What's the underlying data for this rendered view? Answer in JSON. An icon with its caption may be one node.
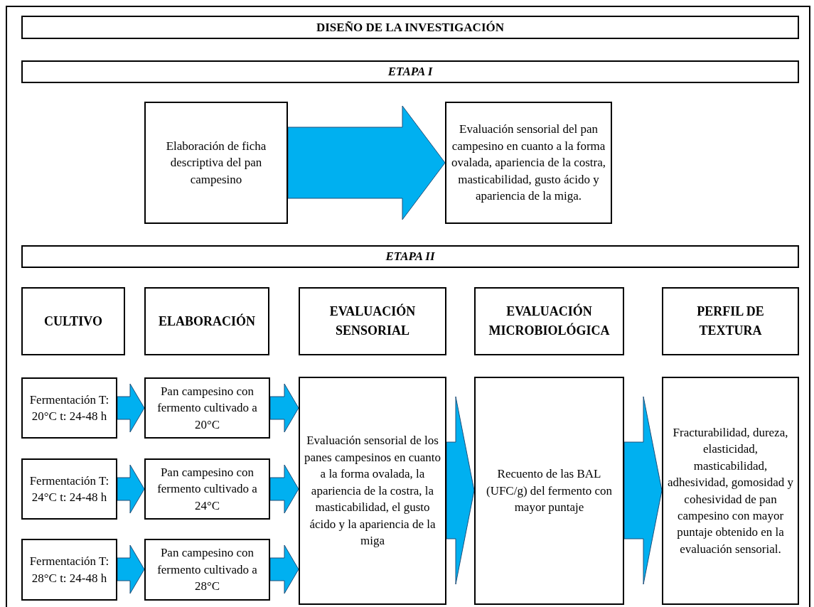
{
  "diagram": {
    "nodes": [
      {
        "text": [
          "DISEÑO DE LA INVESTIGACIÓN"
        ]
      },
      {
        "text": [
          "ETAPA I"
        ]
      },
      {
        "text": [
          "Elaboración de ficha descriptiva del pan campesino"
        ]
      },
      {
        "text": [
          "Evaluación sensorial del pan campesino en cuanto a la forma ovalada, apariencia de la costra, masticabilidad, gusto ácido y apariencia de la miga."
        ]
      },
      {
        "text": [
          "ETAPA II"
        ]
      },
      {
        "text": [
          "CULTIVO"
        ]
      },
      {
        "text": [
          "ELABORACIÓN"
        ]
      },
      {
        "text": [
          "EVALUACIÓN SENSORIAL"
        ]
      },
      {
        "text": [
          "EVALUACIÓN MICROBIOLÓGICA"
        ]
      },
      {
        "text": [
          "PERFIL DE TEXTURA"
        ]
      },
      {
        "text": [
          "Fermentación T: 20°C t: 24-48 h"
        ]
      },
      {
        "text": [
          "Pan campesino con fermento cultivado a 20°C"
        ]
      },
      {
        "text": [
          "Fermentación T: 24°C t: 24-48 h"
        ]
      },
      {
        "text": [
          "Pan campesino con fermento cultivado a 24°C"
        ]
      },
      {
        "text": [
          "Fermentación T: 28°C t: 24-48 h"
        ]
      },
      {
        "text": [
          "Pan campesino con fermento cultivado a 28°C"
        ]
      },
      {
        "text": [
          "Evaluación sensorial de los panes campesinos en cuanto a la forma ovalada, la apariencia de la costra, la masticabilidad, el gusto ácido y la apariencia de la miga"
        ]
      },
      {
        "text": [
          "Recuento de las BAL (UFC/g) del fermento con mayor puntaje"
        ]
      },
      {
        "text": [
          "Fracturabilidad, dureza, elasticidad, masticabilidad, adhesividad, gomosidad y cohesividad de pan campesino con mayor puntaje obtenido en la evaluación sensorial."
        ]
      }
    ],
    "edges": [
      {
        "from": 2,
        "to": 3,
        "arrow": "to"
      },
      {
        "from": 10,
        "to": 11,
        "arrow": "to"
      },
      {
        "from": 11,
        "to": 16,
        "arrow": "to"
      },
      {
        "from": 12,
        "to": 13,
        "arrow": "to"
      },
      {
        "from": 13,
        "to": 16,
        "arrow": "to"
      },
      {
        "from": 14,
        "to": 15,
        "arrow": "to"
      },
      {
        "from": 15,
        "to": 16,
        "arrow": "to"
      },
      {
        "from": 16,
        "to": 17,
        "arrow": "to"
      },
      {
        "from": 17,
        "to": 18,
        "arrow": "to"
      }
    ]
  }
}
